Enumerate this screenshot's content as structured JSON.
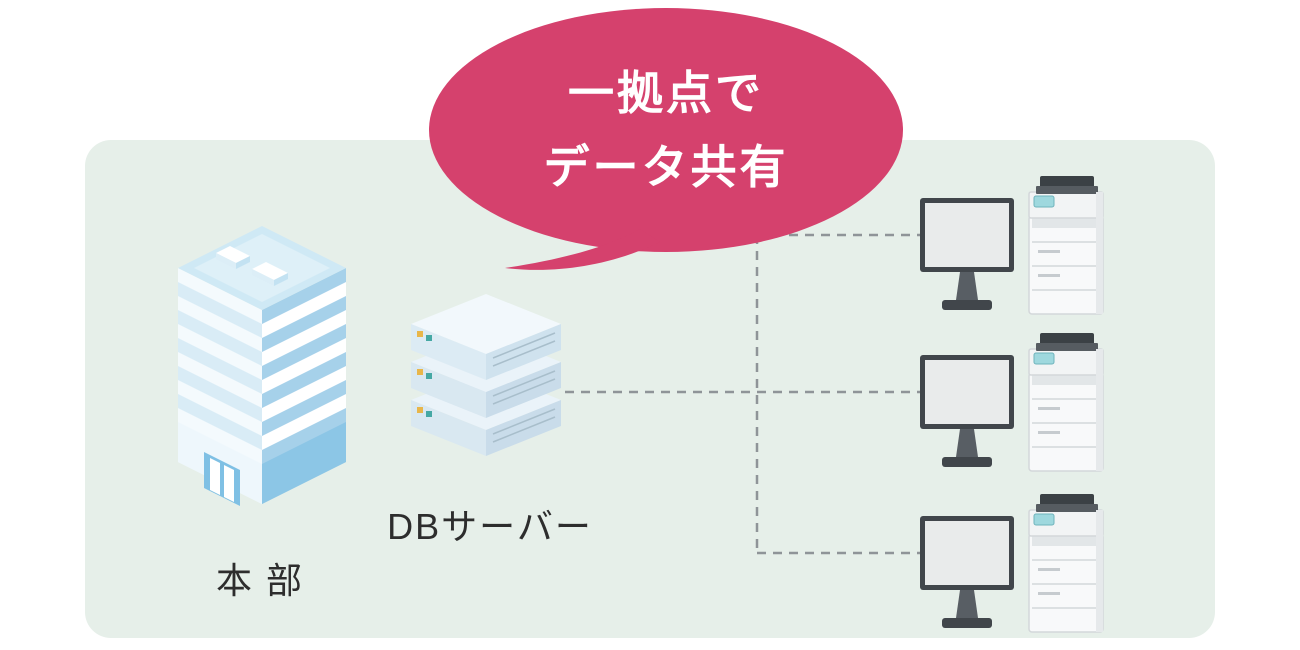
{
  "bubble": {
    "line1": "一拠点で",
    "line2": "データ共有"
  },
  "labels": {
    "headquarters": "本 部",
    "db_server": "DBサーバー"
  },
  "colors": {
    "panel-bg": "#e6efe9",
    "bubble-pink": "#d5416d",
    "connector-gray": "#8f9498",
    "building-blue": "#a6d1ea",
    "label-text": "#2d2d2d"
  },
  "icons": {
    "building": "office-building-icon",
    "server": "database-server-icon",
    "monitor": "desktop-monitor-icon",
    "printer": "multifunction-printer-icon"
  },
  "workstation_count": 3
}
